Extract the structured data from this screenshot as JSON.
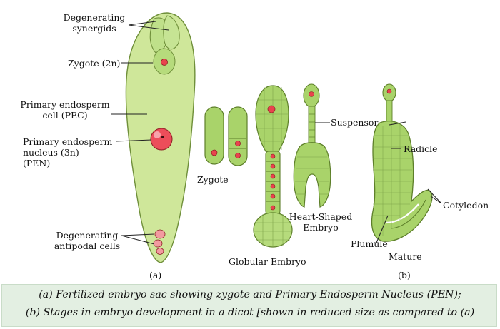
{
  "labels": {
    "synergids": "Degenerating\nsynergids",
    "zygote_2n": "Zygote (2n)",
    "pec": "Primary endosperm\ncell (PEC)",
    "pen": "Primary endosperm\nnucleus (3n)\n(PEN)",
    "antipodal": "Degenerating\nantipodal cells",
    "part_a": "(a)",
    "zygote": "Zygote",
    "globular": "Globular Embryo",
    "suspensor": "Suspensor",
    "heart": "Heart-Shaped\nEmbryo",
    "radicle": "Radicle",
    "cotyledon": "Cotyledon",
    "plumule": "Plumule",
    "mature": "Mature",
    "part_b": "(b)"
  },
  "caption": {
    "line1": "(a) Fertilized embryo sac showing zygote and Primary Endosperm Nucleus (PEN);",
    "line2": "(b) Stages in embryo development in a dicot [shown in reduced size as compared to (a)"
  },
  "colors": {
    "sac_fill": "#cfe79a",
    "embryo_fill": "#a9d36a",
    "nucleus": "#e8444d",
    "caption_bg": "#e3efe2"
  }
}
